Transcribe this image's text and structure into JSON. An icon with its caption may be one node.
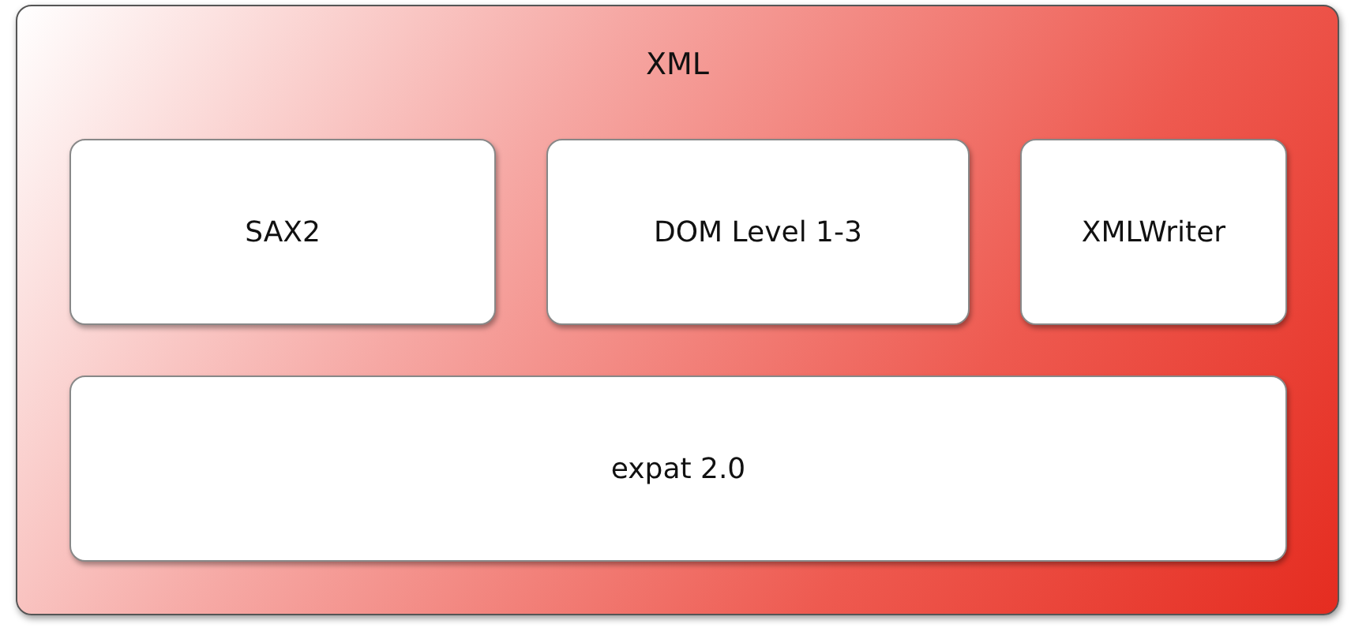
{
  "diagram": {
    "nodes": [
      {
        "text": [
          "XML"
        ]
      },
      {
        "text": [
          "SAX2"
        ],
        "in": 0
      },
      {
        "text": [
          "DOM Level 1-3"
        ],
        "in": 0
      },
      {
        "text": [
          "XMLWriter"
        ],
        "in": 0
      },
      {
        "text": [
          "expat 2.0"
        ],
        "in": 0
      }
    ]
  }
}
